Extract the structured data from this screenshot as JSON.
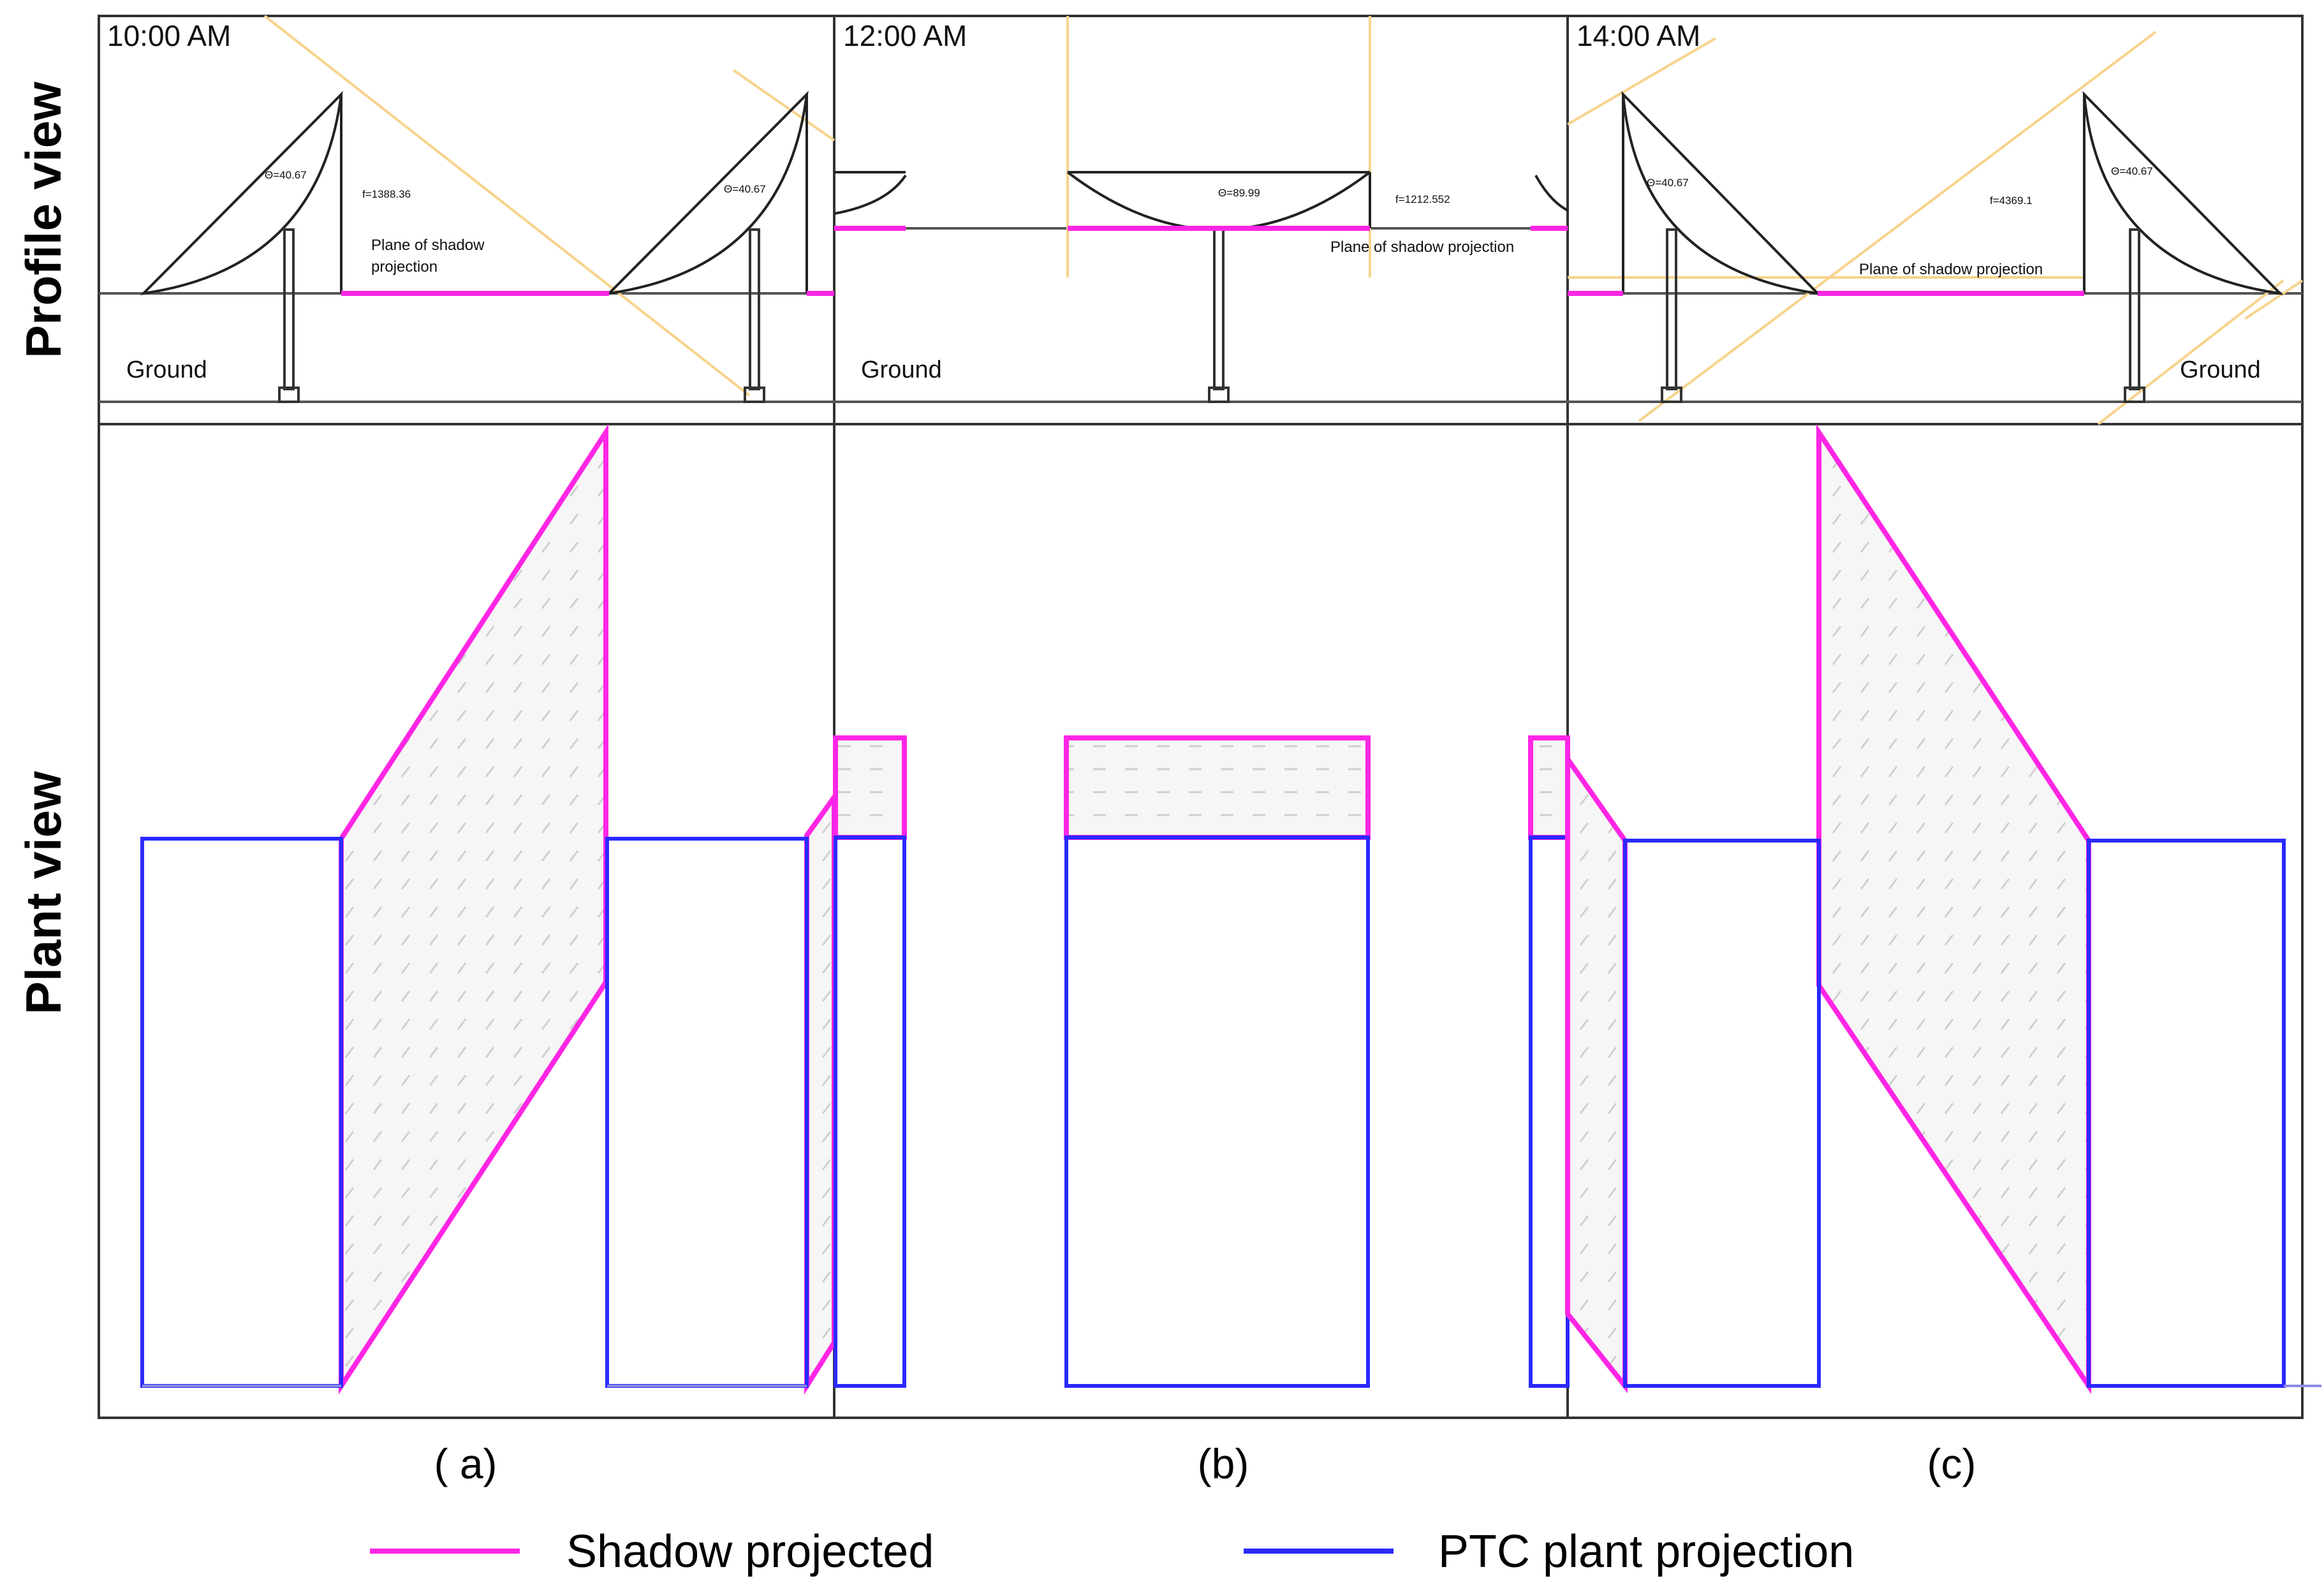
{
  "axis_labels": {
    "profile": "Profile view",
    "plant": "Plant view"
  },
  "panels": [
    {
      "time": "10:00 AM",
      "ground": "Ground",
      "angle_left": "Θ=40.67",
      "angle_right": "Θ=40.67",
      "distance": "f=1388.36",
      "plane_line1": "Plane of shadow",
      "plane_line2": "projection",
      "sublabel": "( a)"
    },
    {
      "time": "12:00 AM",
      "ground": "Ground",
      "angle": "Θ=89.99",
      "distance": "f=1212.552",
      "plane": "Plane of shadow projection",
      "sublabel": "(b)"
    },
    {
      "time": "14:00 AM",
      "ground": "Ground",
      "angle_left": "Θ=40.67",
      "angle_right": "Θ=40.67",
      "distance": "f=4369.1",
      "plane": "Plane of shadow projection",
      "sublabel": "(c)"
    }
  ],
  "legend": [
    {
      "label": "Shadow projected",
      "color": "#ff26e5"
    },
    {
      "label": "PTC plant projection",
      "color": "#2a2aff"
    }
  ]
}
